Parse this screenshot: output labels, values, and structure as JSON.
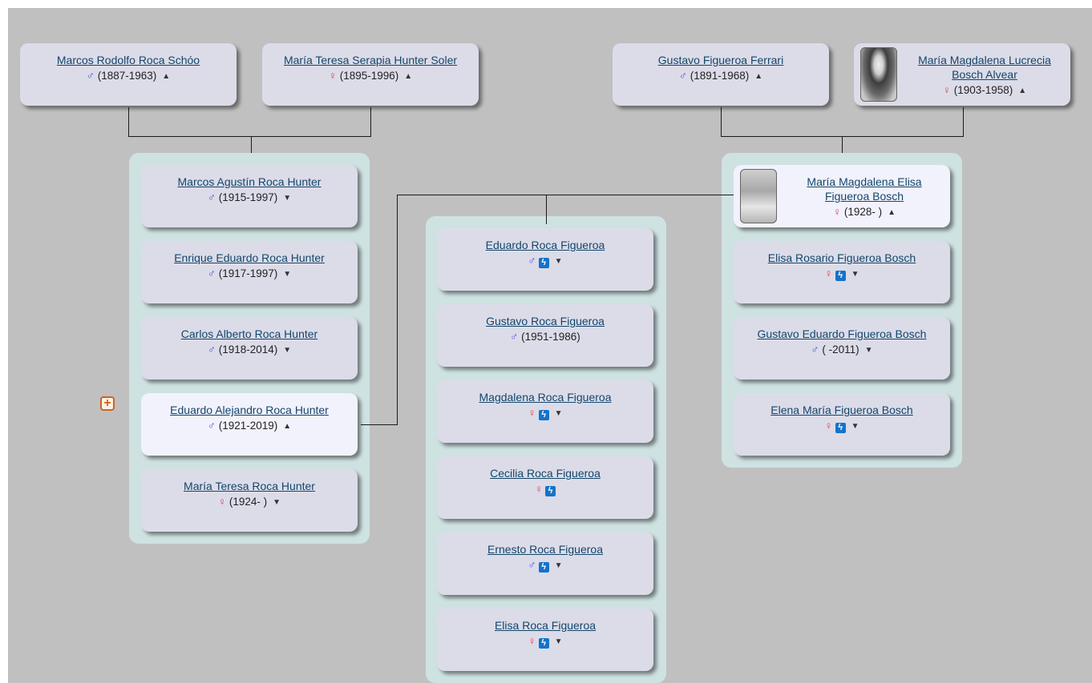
{
  "colors": {
    "male": "#4a4ae0",
    "female": "#e83a4a",
    "link": "#13466a",
    "badge": "#1673c9"
  },
  "icons": {
    "male": "male-symbol-icon",
    "female": "female-symbol-icon",
    "badge": "lightning-badge-icon",
    "expand_up": "triangle-up-icon",
    "expand_down": "triangle-down-icon",
    "add": "plus-icon"
  },
  "glyphs": {
    "male": "♂",
    "female": "♀",
    "badge": "ϟ",
    "up": "▲",
    "down": "▼",
    "plus": "+"
  },
  "grandparents_left": [
    {
      "name": "Marcos Rodolfo Roca Schóo",
      "sex": "m",
      "years": "(1887-1963)",
      "arrow": "up"
    },
    {
      "name": "María Teresa Serapia Hunter Soler",
      "sex": "f",
      "years": "(1895-1996)",
      "arrow": "up"
    }
  ],
  "grandparents_right": [
    {
      "name": "Gustavo Figueroa Ferrari",
      "sex": "m",
      "years": "(1891-1968)",
      "arrow": "up"
    },
    {
      "name_line1": "María Magdalena Lucrecia",
      "name_line2": "Bosch Alvear",
      "sex": "f",
      "years": "(1903-1958)",
      "arrow": "up",
      "photo": true
    }
  ],
  "roca_hunter_siblings": [
    {
      "name": "Marcos Agustín Roca Hunter",
      "sex": "m",
      "years": "(1915-1997)",
      "arrow": "down"
    },
    {
      "name": "Enrique Eduardo Roca Hunter",
      "sex": "m",
      "years": "(1917-1997)",
      "arrow": "down"
    },
    {
      "name": "Carlos Alberto Roca Hunter",
      "sex": "m",
      "years": "(1918-2014)",
      "arrow": "down"
    },
    {
      "name": "Eduardo Alejandro Roca Hunter",
      "sex": "m",
      "years": "(1921-2019)",
      "arrow": "up",
      "highlight": true
    },
    {
      "name": "María Teresa Roca Hunter",
      "sex": "f",
      "years": "(1924- )",
      "arrow": "down"
    }
  ],
  "children": [
    {
      "name": "Eduardo Roca Figueroa",
      "sex": "m",
      "badge": true,
      "arrow": "down"
    },
    {
      "name": "Gustavo Roca Figueroa",
      "sex": "m",
      "years": "(1951-1986)"
    },
    {
      "name": "Magdalena Roca Figueroa",
      "sex": "f",
      "badge": true,
      "arrow": "down"
    },
    {
      "name": "Cecilia Roca Figueroa",
      "sex": "f",
      "badge": true
    },
    {
      "name": "Ernesto Roca Figueroa",
      "sex": "m",
      "badge": true,
      "arrow": "down"
    },
    {
      "name": "Elisa Roca Figueroa",
      "sex": "f",
      "badge": true,
      "arrow": "down"
    }
  ],
  "figueroa_bosch_siblings": [
    {
      "name_line1": "María Magdalena Elisa",
      "name_line2": "Figueroa Bosch",
      "sex": "f",
      "years": "(1928- )",
      "arrow": "up",
      "highlight": true,
      "photo": true
    },
    {
      "name": "Elisa Rosario Figueroa Bosch",
      "sex": "f",
      "badge": true,
      "arrow": "down"
    },
    {
      "name": "Gustavo Eduardo Figueroa Bosch",
      "sex": "m",
      "years": "( -2011)",
      "arrow": "down"
    },
    {
      "name": "Elena María Figueroa Bosch",
      "sex": "f",
      "badge": true,
      "arrow": "down"
    }
  ]
}
